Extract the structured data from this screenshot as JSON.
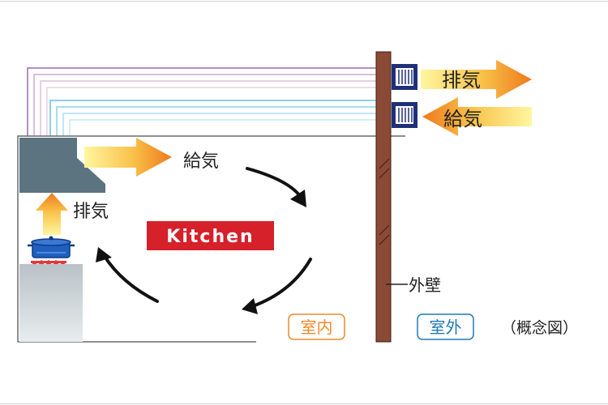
{
  "labels": {
    "exhaust_outside": "排気",
    "supply_outside": "給気",
    "supply_inside": "給気",
    "exhaust_inside": "排気",
    "kitchen": "Kitchen",
    "wall": "外壁",
    "indoor": "室内",
    "outdoor": "室外",
    "concept": "（概念図）"
  },
  "colors": {
    "kitchen_bg": "#d6202a",
    "kitchen_text": "#ffffff",
    "wall": "#8a4a35",
    "indoor": "#f08a2a",
    "outdoor": "#1f7ab8",
    "hood": "#5c7480",
    "vent_frame": "#1f2f7a",
    "circulation_arrow": "#111111"
  },
  "icons": {
    "vent_exhaust": "vent-grille-icon",
    "vent_supply": "vent-grille-icon",
    "pot": "cooking-pot-icon",
    "flame": "gas-flame-icon"
  }
}
